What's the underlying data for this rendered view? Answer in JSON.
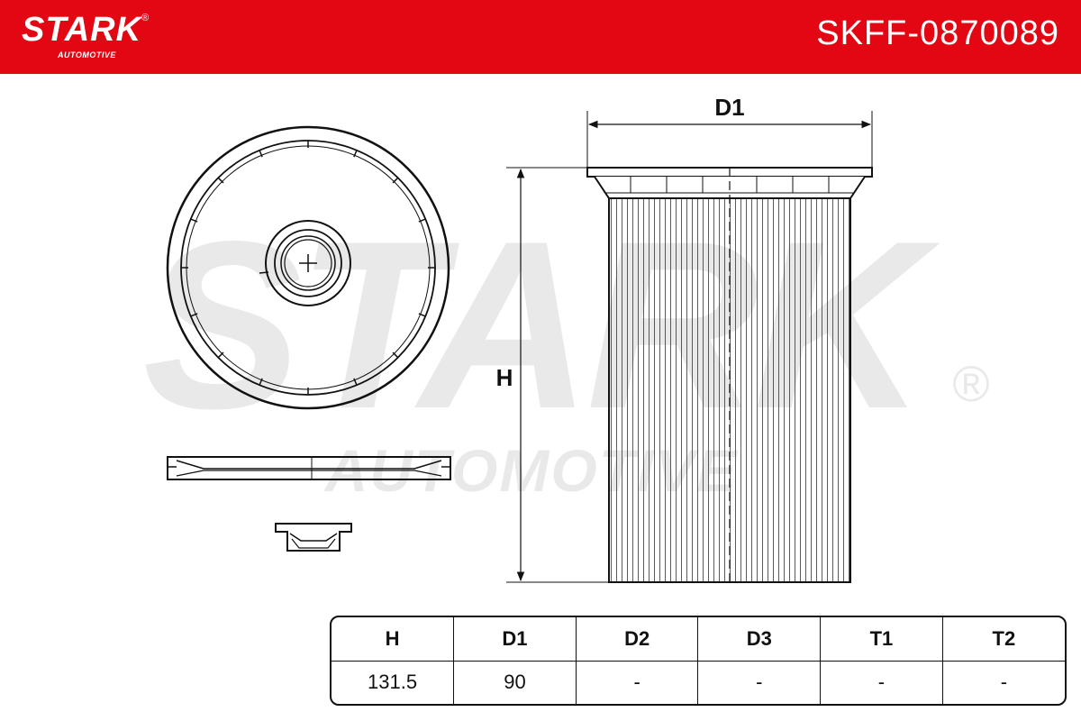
{
  "header": {
    "brand": "STARK",
    "brand_reg": "®",
    "brand_sub": "AUTOMOTIVE",
    "part_number": "SKFF-0870089",
    "color": "#e30613"
  },
  "watermark": {
    "main": "STARK",
    "sub": "AUTOMOTIVE",
    "reg": "®"
  },
  "dimensions": {
    "d1_label": "D1",
    "h_label": "H"
  },
  "specs": {
    "headers": [
      "H",
      "D1",
      "D2",
      "D3",
      "T1",
      "T2"
    ],
    "values": [
      "131.5",
      "90",
      "-",
      "-",
      "-",
      "-"
    ]
  }
}
